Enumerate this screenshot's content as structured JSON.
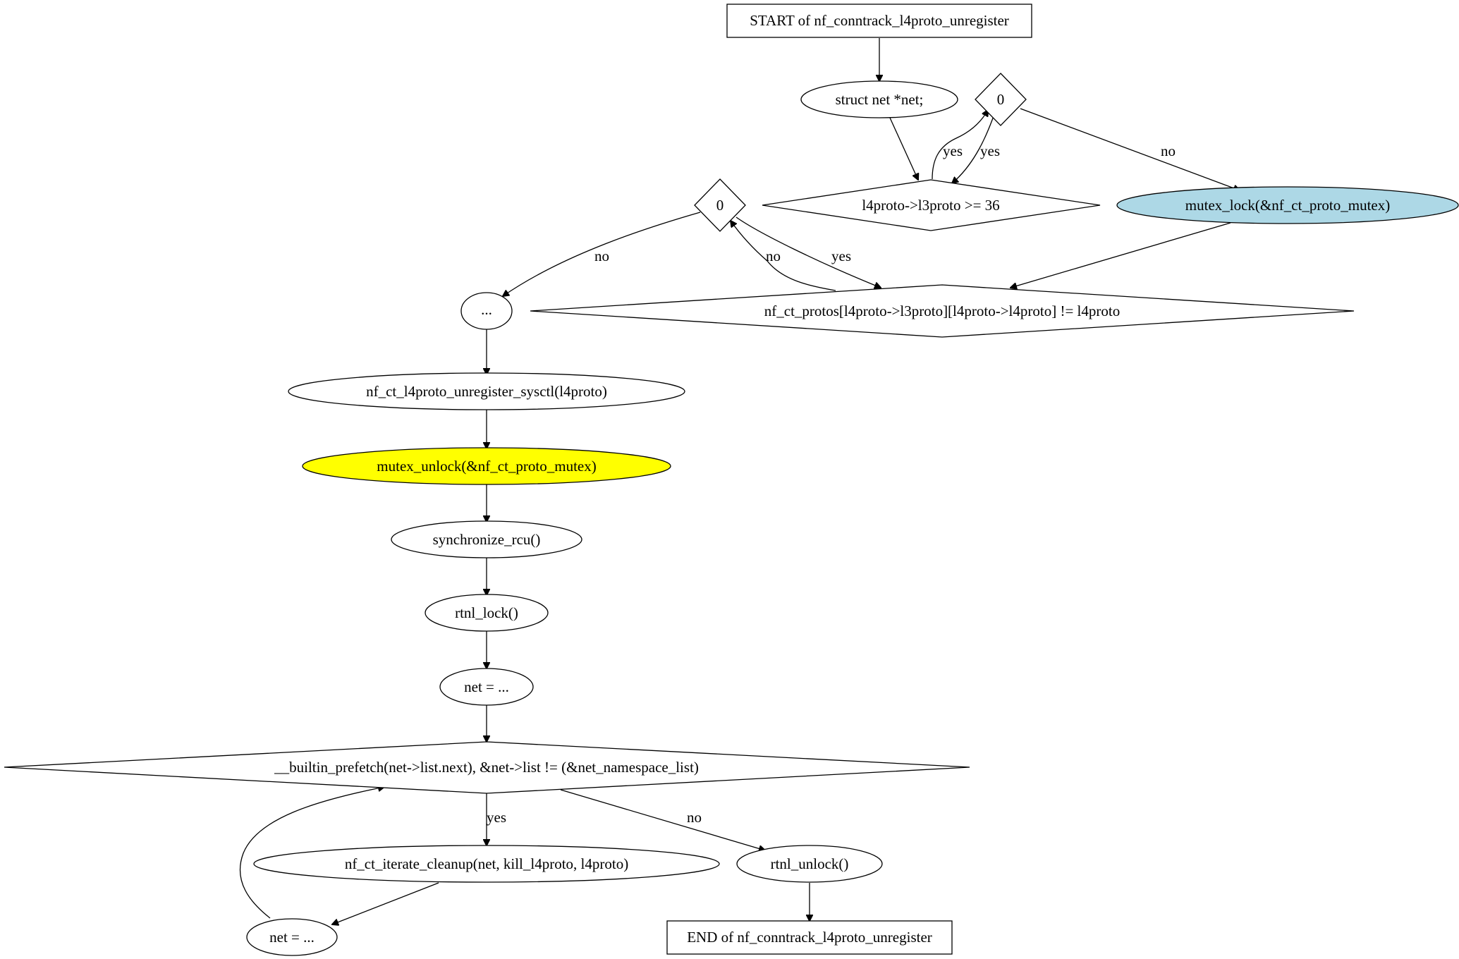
{
  "diagram": {
    "nodes": {
      "start": "START of nf_conntrack_l4proto_unregister",
      "decl_net": "struct net *net;",
      "cond_zero_top": "0",
      "cond_l3proto": "l4proto->l3proto >= 36",
      "mutex_lock": "mutex_lock(&nf_ct_proto_mutex)",
      "cond_zero_mid": "0",
      "cond_protos": "nf_ct_protos[l4proto->l3proto][l4proto->l4proto] != l4proto",
      "ellipsis": "...",
      "unregister_sysctl": "nf_ct_l4proto_unregister_sysctl(l4proto)",
      "mutex_unlock": "mutex_unlock(&nf_ct_proto_mutex)",
      "synchronize_rcu": "synchronize_rcu()",
      "rtnl_lock": "rtnl_lock()",
      "net_assign_1": "net = ...",
      "cond_prefetch": "__builtin_prefetch(net->list.next), &net->list != (&net_namespace_list)",
      "iterate_cleanup": "nf_ct_iterate_cleanup(net, kill_l4proto, l4proto)",
      "rtnl_unlock": "rtnl_unlock()",
      "net_assign_2": "net = ...",
      "end": "END of nf_conntrack_l4proto_unregister"
    },
    "edge_labels": {
      "zero_top_to_l3proto_yes": "yes",
      "l3proto_to_zero_top_yes": "yes",
      "zero_top_to_mutex_lock_no": "no",
      "zero_mid_to_ellipsis_no": "no",
      "protos_to_zero_mid_no": "no",
      "zero_mid_to_protos_yes": "yes",
      "prefetch_to_iterate_yes": "yes",
      "prefetch_to_unlock_no": "no"
    },
    "colors": {
      "mutex_lock_fill": "#add8e6",
      "mutex_unlock_fill": "#ffff00",
      "default_fill": "#ffffff",
      "stroke": "#000000"
    }
  }
}
